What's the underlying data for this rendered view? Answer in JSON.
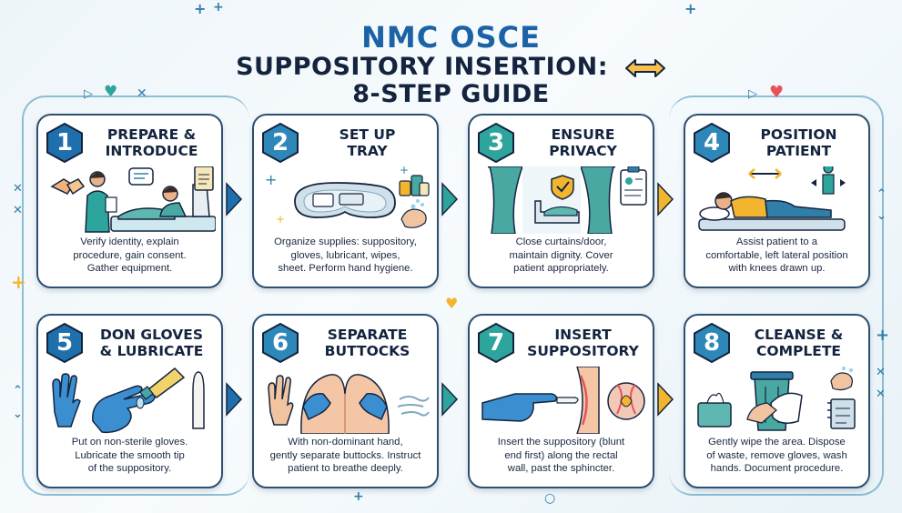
{
  "header": {
    "line1": "NMC OSCE",
    "line2": "SUPPOSITORY INSERTION:",
    "line3": "8-STEP GUIDE"
  },
  "colors": {
    "title_blue": "#1c62a6",
    "dark_navy": "#14243f",
    "badge_blue": "#1f6fad",
    "glove_blue": "#3b8fd0",
    "accent_teal": "#2ea59c",
    "accent_yellow": "#f2b52d",
    "heart_red": "#e8535b"
  },
  "steps": [
    {
      "number": "1",
      "title_line1": "PREPARE &",
      "title_line2": "INTRODUCE",
      "desc_line1": "Verify identity, explain",
      "desc_line2": "procedure, gain consent.",
      "desc_line3": "Gather equipment.",
      "icon": "nurse-patient-illustration"
    },
    {
      "number": "2",
      "title_line1": "SET UP",
      "title_line2": "TRAY",
      "desc_line1": "Organize supplies: suppository,",
      "desc_line2": "gloves, lubricant, wipes,",
      "desc_line3": "sheet. Perform hand hygiene.",
      "icon": "kidney-tray-illustration"
    },
    {
      "number": "3",
      "title_line1": "ENSURE",
      "title_line2": "PRIVACY",
      "desc_line1": "Close curtains/door,",
      "desc_line2": "maintain dignity. Cover",
      "desc_line3": "patient appropriately.",
      "icon": "privacy-curtain-illustration"
    },
    {
      "number": "4",
      "title_line1": "POSITION",
      "title_line2": "PATIENT",
      "desc_line1": "Assist patient to a",
      "desc_line2": "comfortable, left lateral position",
      "desc_line3": "with knees drawn up.",
      "icon": "lateral-position-illustration"
    },
    {
      "number": "5",
      "title_line1": "DON GLOVES",
      "title_line2": "& LUBRICATE",
      "desc_line1": "Put on non-sterile gloves.",
      "desc_line2": "Lubricate the smooth tip",
      "desc_line3": "of the suppository.",
      "icon": "gloves-lubricant-illustration"
    },
    {
      "number": "6",
      "title_line1": "SEPARATE",
      "title_line2": "BUTTOCKS",
      "desc_line1": "With non-dominant hand,",
      "desc_line2": "gently separate buttocks. Instruct",
      "desc_line3": "patient to breathe deeply.",
      "icon": "separate-buttocks-illustration"
    },
    {
      "number": "7",
      "title_line1": "INSERT",
      "title_line2": "SUPPOSITORY",
      "desc_line1": "Insert the suppository (blunt",
      "desc_line2": "end first) along the rectal",
      "desc_line3": "wall, past the sphincter.",
      "icon": "insertion-illustration"
    },
    {
      "number": "8",
      "title_line1": "CLEANSE &",
      "title_line2": "COMPLETE",
      "desc_line1": "Gently wipe the area. Dispose",
      "desc_line2": "of waste, remove gloves, wash",
      "desc_line3": "hands. Document procedure.",
      "icon": "cleanse-complete-illustration"
    }
  ]
}
